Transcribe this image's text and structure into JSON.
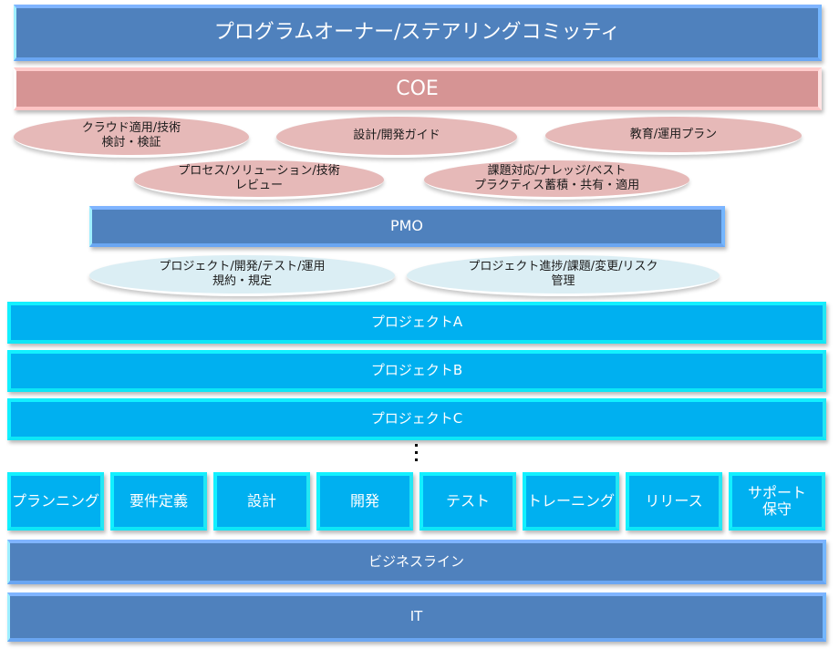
{
  "diagram": {
    "steering_committee": "プログラムオーナー/ステアリングコミッティ",
    "coe": {
      "label": "COE",
      "functions": [
        "クラウド適用/技術\n検討・検証",
        "設計/開発ガイド",
        "教育/運用プラン",
        "プロセス/ソリューション/技術\nレビュー",
        "課題対応/ナレッジ/ベスト\nプラクティス蓄積・共有・適用"
      ]
    },
    "pmo": {
      "label": "PMO",
      "functions": [
        "プロジェクト/開発/テスト/運用\n規約・規定",
        "プロジェクト進捗/課題/変更/リスク\n管理"
      ]
    },
    "projects": [
      "プロジェクトA",
      "プロジェクトB",
      "プロジェクトC"
    ],
    "more_indicator": "⋮",
    "phases": [
      "プランニング",
      "要件定義",
      "設計",
      "開発",
      "テスト",
      "トレーニング",
      "リリース",
      "サポート\n保守"
    ],
    "business_line": "ビジネスライン",
    "it": "IT"
  },
  "colors": {
    "governance_blue": "#4f81bd",
    "coe_rose": "#d69494",
    "coe_function_pink": "#e6b9b8",
    "pmo_function_light": "#dbeef4",
    "project_cyan": "#00b0f0"
  }
}
